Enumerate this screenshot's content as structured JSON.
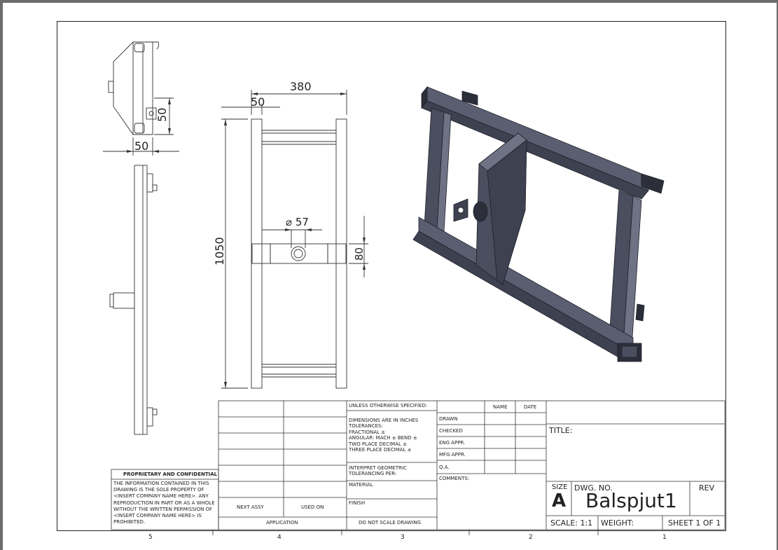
{
  "dimensions": {
    "side_width": "50",
    "side_height": "50",
    "front_overall_width": "380",
    "front_post_width": "50",
    "front_height": "1050",
    "hole_diameter": "57",
    "center_block_height": "80"
  },
  "zone_numbers": [
    "5",
    "4",
    "3",
    "2",
    "1"
  ],
  "proprietary": {
    "heading": "PROPRIETARY AND CONFIDENTIAL",
    "lines": [
      "THE INFORMATION CONTAINED IN THIS",
      "DRAWING IS THE SOLE PROPERTY OF",
      "<INSERT COMPANY NAME HERE>.  ANY",
      "REPRODUCTION IN PART OR AS A WHOLE",
      "WITHOUT THE WRITTEN PERMISSION OF",
      "<INSERT COMPANY NAME HERE> IS",
      "PROHIBITED."
    ]
  },
  "assy": {
    "next_assy": "NEXT ASSY",
    "used_on": "USED ON",
    "application": "APPLICATION"
  },
  "specs": {
    "unless": "UNLESS OTHERWISE SPECIFIED:",
    "lines": [
      "DIMENSIONS ARE IN INCHES",
      "TOLERANCES:",
      "FRACTIONAL ±",
      "ANGULAR: MACH ±    BEND ±",
      "TWO PLACE DECIMAL    ±",
      "THREE PLACE DECIMAL   ±"
    ],
    "interpret_1": "INTERPRET GEOMETRIC",
    "interpret_2": "TOLERANCING PER:",
    "material": "MATERIAL",
    "finish": "FINISH",
    "do_not_scale": "DO NOT SCALE DRAWING"
  },
  "approvals": {
    "name_header": "NAME",
    "date_header": "DATE",
    "rows": [
      "DRAWN",
      "CHECKED",
      "ENG APPR.",
      "MFG APPR.",
      "Q.A."
    ],
    "comments": "COMMENTS:"
  },
  "title_block": {
    "title_label": "TITLE:",
    "size_label": "SIZE",
    "size_value": "A",
    "dwg_no_label": "DWG.  NO.",
    "dwg_no_value": "Balspjut1",
    "rev_label": "REV",
    "scale": "SCALE: 1:1",
    "weight": "WEIGHT:",
    "sheet": "SHEET 1 OF 1"
  },
  "colors": {
    "frame_metal": "#4a4e5e",
    "frame_light": "#6e7284",
    "frame_dark": "#2c2f3a",
    "line": "#333333"
  }
}
